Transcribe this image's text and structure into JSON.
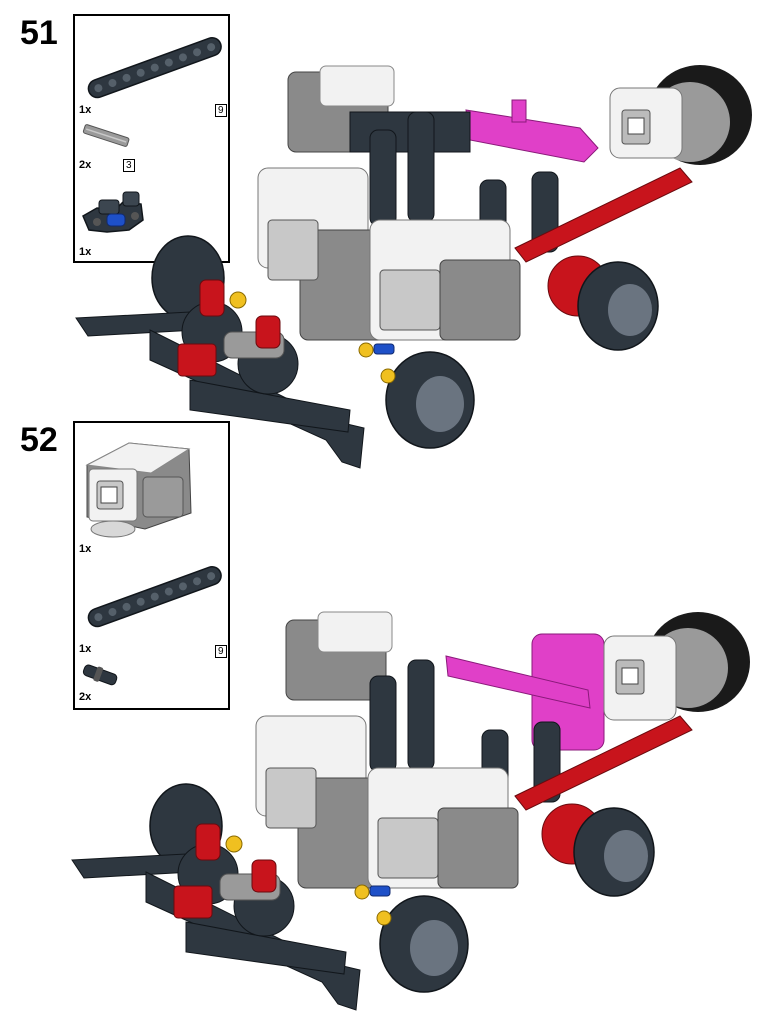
{
  "steps": [
    {
      "number": "51",
      "parts": [
        {
          "qty": "1x",
          "name": "beam-icon",
          "length": "9"
        },
        {
          "qty": "2x",
          "name": "axle-icon",
          "length": "3"
        },
        {
          "qty": "1x",
          "name": "cross-block-icon"
        }
      ]
    },
    {
      "number": "52",
      "parts": [
        {
          "qty": "1x",
          "name": "sensor-icon"
        },
        {
          "qty": "1x",
          "name": "beam-icon",
          "length": "9"
        },
        {
          "qty": "2x",
          "name": "connector-pin-icon"
        }
      ]
    }
  ],
  "colors": {
    "dark_grey": "#2e3740",
    "light_grey": "#9a9a9a",
    "white": "#f2f2f2",
    "red": "#c8141c",
    "magenta": "#e040c8",
    "yellow": "#f0c020",
    "blue": "#1e50c8",
    "black": "#1a1a1a"
  }
}
